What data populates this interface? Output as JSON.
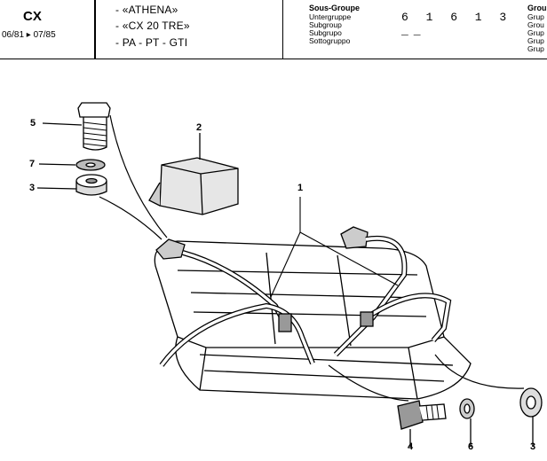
{
  "header": {
    "model": "CX",
    "date_range": "06/81 ▸ 07/85",
    "variants": [
      "- «ATHENA»",
      "- «CX 20 TRE»",
      "- PA - PT - GTI"
    ],
    "subgroup_heading": "Sous-Groupe",
    "subgroup_translations": [
      "Untergruppe",
      "Subgroup",
      "Subgrupo",
      "Sottogruppo"
    ],
    "code": "6 1 6 1 3 __",
    "group_heading": "Grou",
    "group_translations": [
      "Grup",
      "Grou",
      "Grup",
      "Grup",
      "Grup"
    ]
  },
  "callouts": {
    "c5": "5",
    "c7": "7",
    "c3_top": "3",
    "c2": "2",
    "c1": "1",
    "c4": "4",
    "c6": "6",
    "c3_bottom": "3"
  }
}
